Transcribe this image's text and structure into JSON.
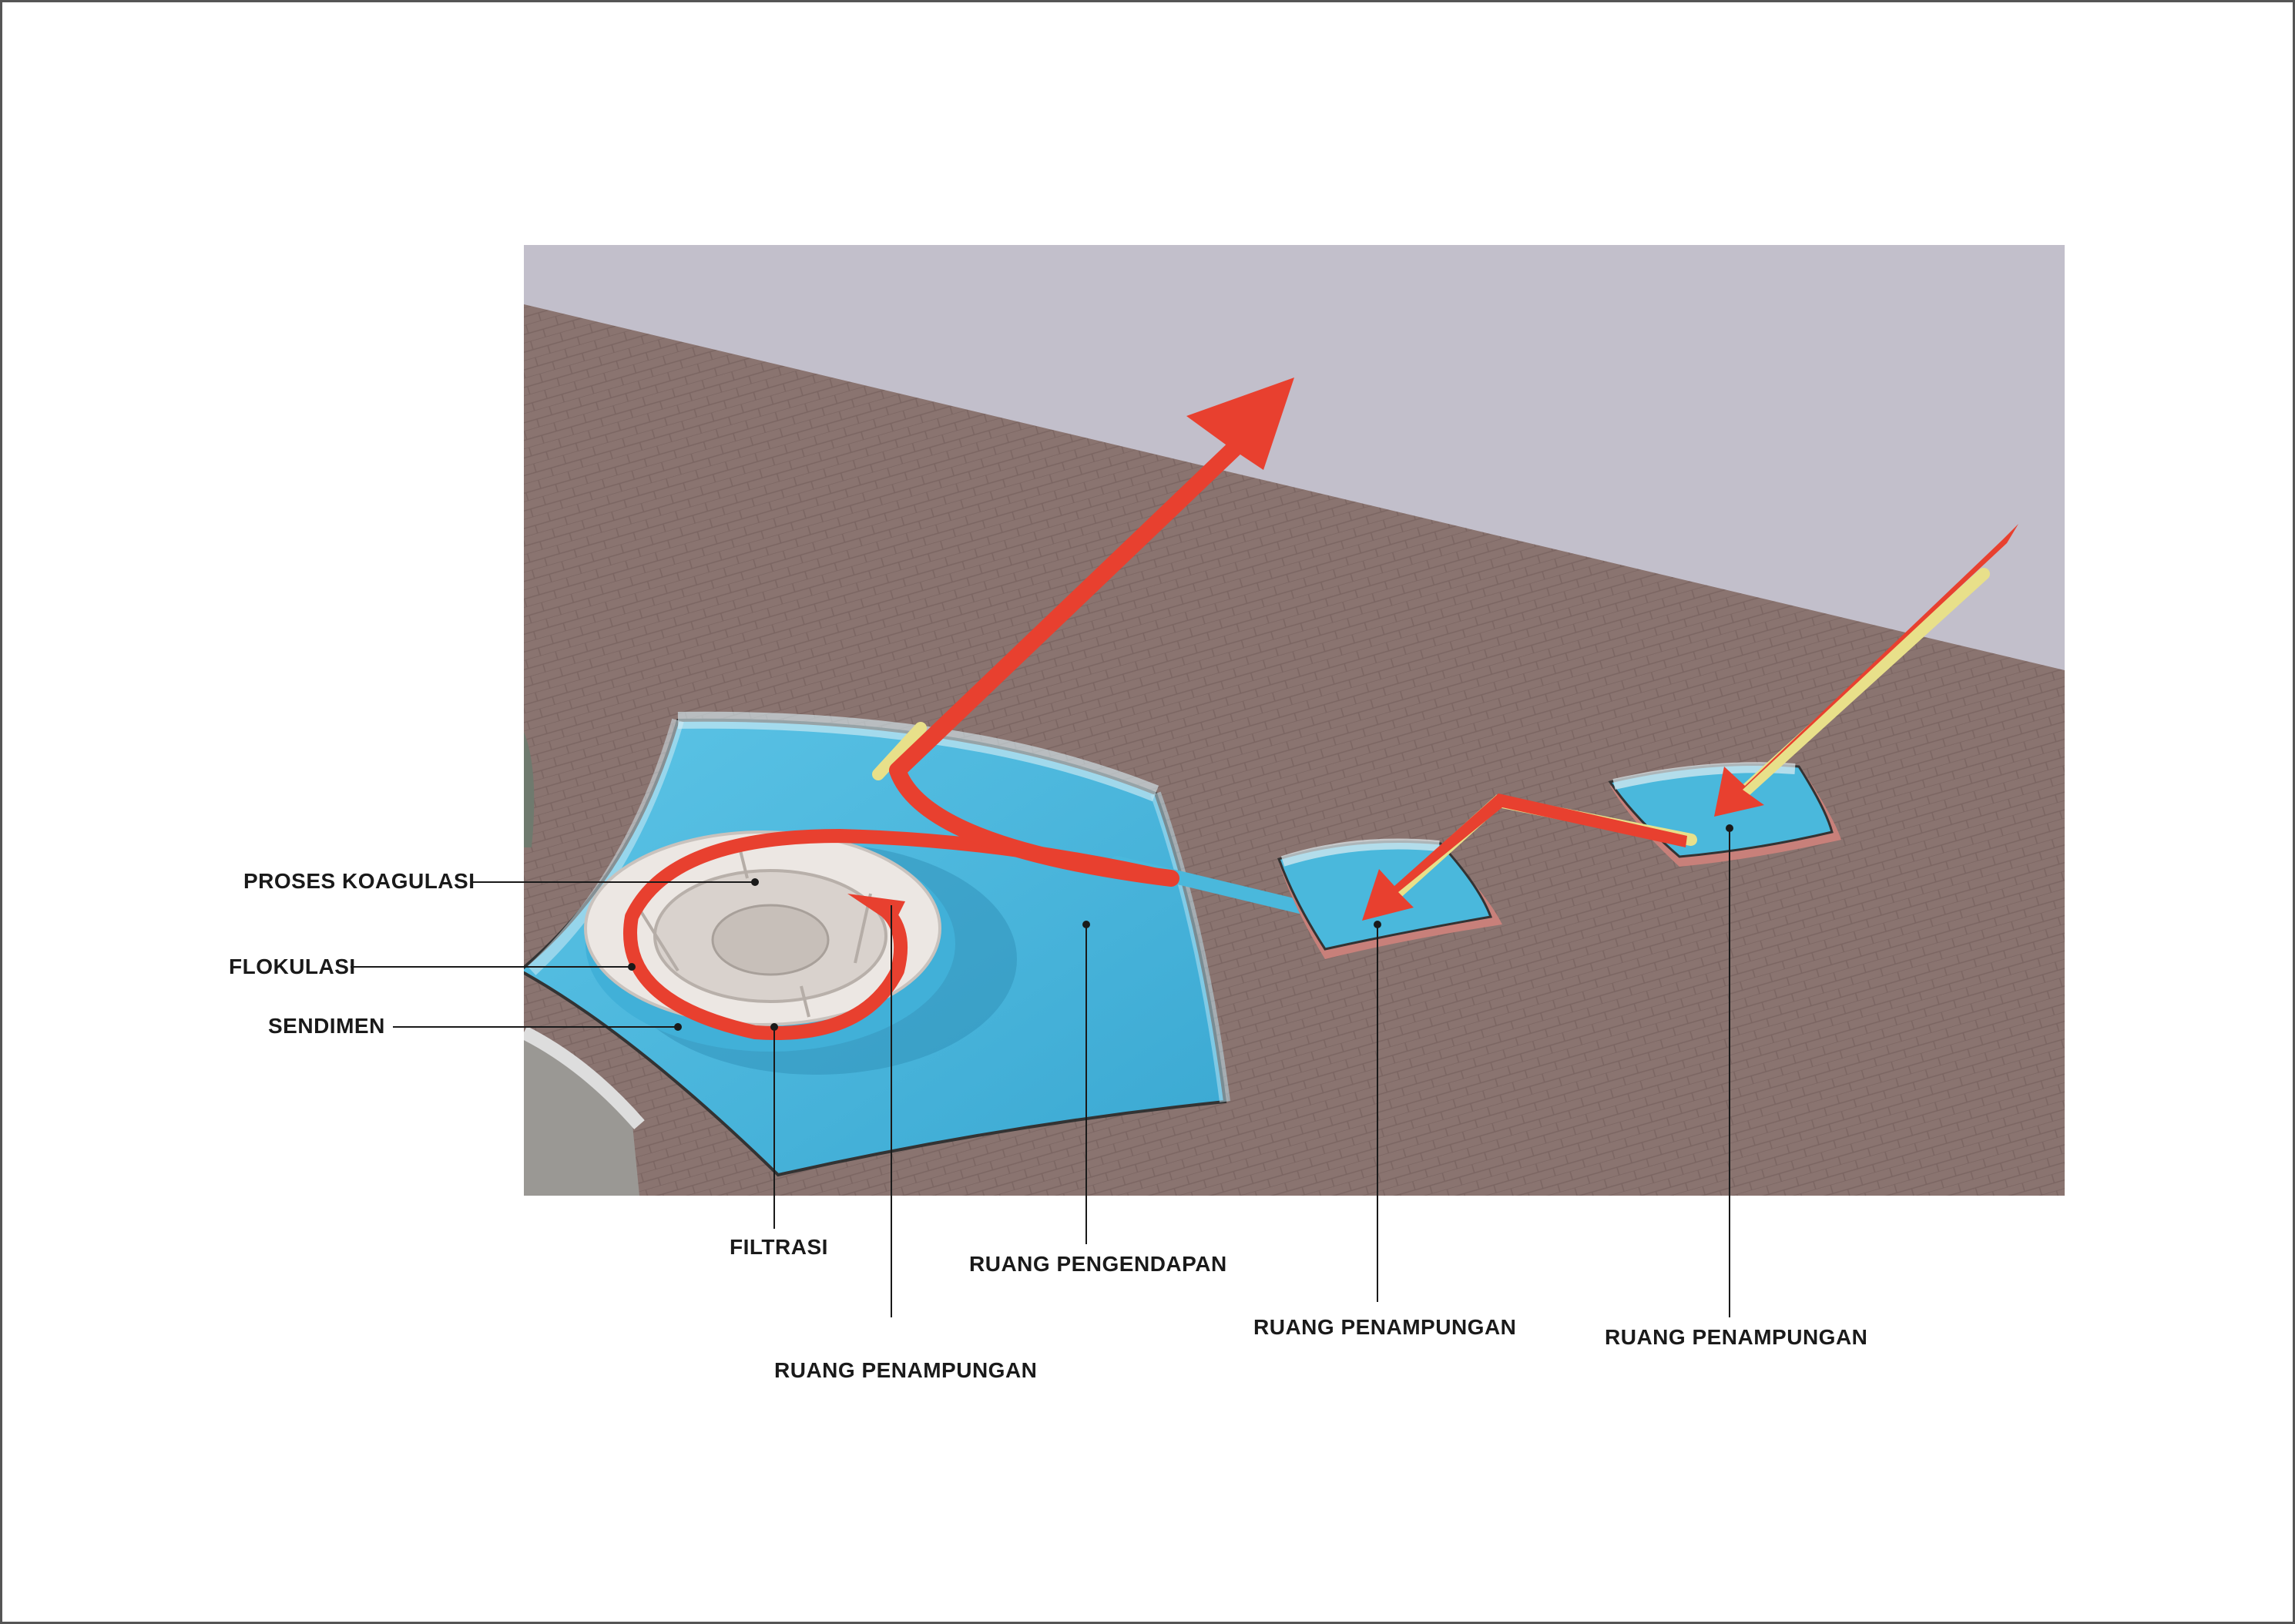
{
  "colors": {
    "sky": "#c2bfcb",
    "ground": "#8a7470",
    "water": "#4ab8dc",
    "flow_arrow": "#e8402f",
    "pipe": "#e8e08a",
    "tank_wall": "#e6e0dc"
  },
  "labels": {
    "proses_koagulasi": "PROSES KOAGULASI",
    "flokulasi": "FLOKULASI",
    "sendimen": "SENDIMEN",
    "filtrasi": "FILTRASI",
    "ruang_pengendapan": "RUANG PENGENDAPAN",
    "ruang_penampungan_1": "RUANG PENAMPUNGAN",
    "ruang_penampungan_2": "RUANG PENAMPUNGAN",
    "ruang_penampungan_3": "RUANG PENAMPUNGAN"
  }
}
